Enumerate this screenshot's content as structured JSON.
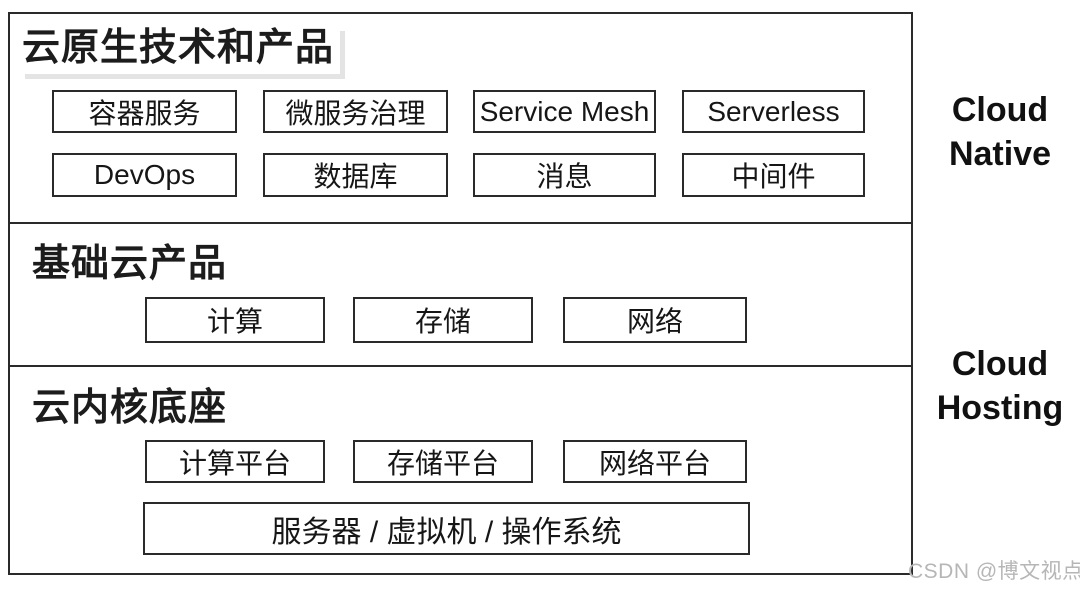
{
  "diagram": {
    "sections": [
      {
        "title": "云原生技术和产品",
        "rows": [
          [
            "容器服务",
            "微服务治理",
            "Service Mesh",
            "Serverless"
          ],
          [
            "DevOps",
            "数据库",
            "消息",
            "中间件"
          ]
        ]
      },
      {
        "title": "基础云产品",
        "rows": [
          [
            "计算",
            "存储",
            "网络"
          ]
        ]
      },
      {
        "title": "云内核底座",
        "rows": [
          [
            "计算平台",
            "存储平台",
            "网络平台"
          ],
          [
            "服务器 / 虚拟机 / 操作系统"
          ]
        ]
      }
    ],
    "side_labels": [
      {
        "text": "Cloud Native"
      },
      {
        "text": "Cloud Hosting"
      }
    ],
    "watermark": "CSDN @博文视点",
    "colors": {
      "border": "#2a2a2a",
      "text": "#1f1f1f",
      "watermark": "#b6b6b6",
      "background": "#ffffff",
      "title_shadow": "#e4e4e4"
    }
  }
}
